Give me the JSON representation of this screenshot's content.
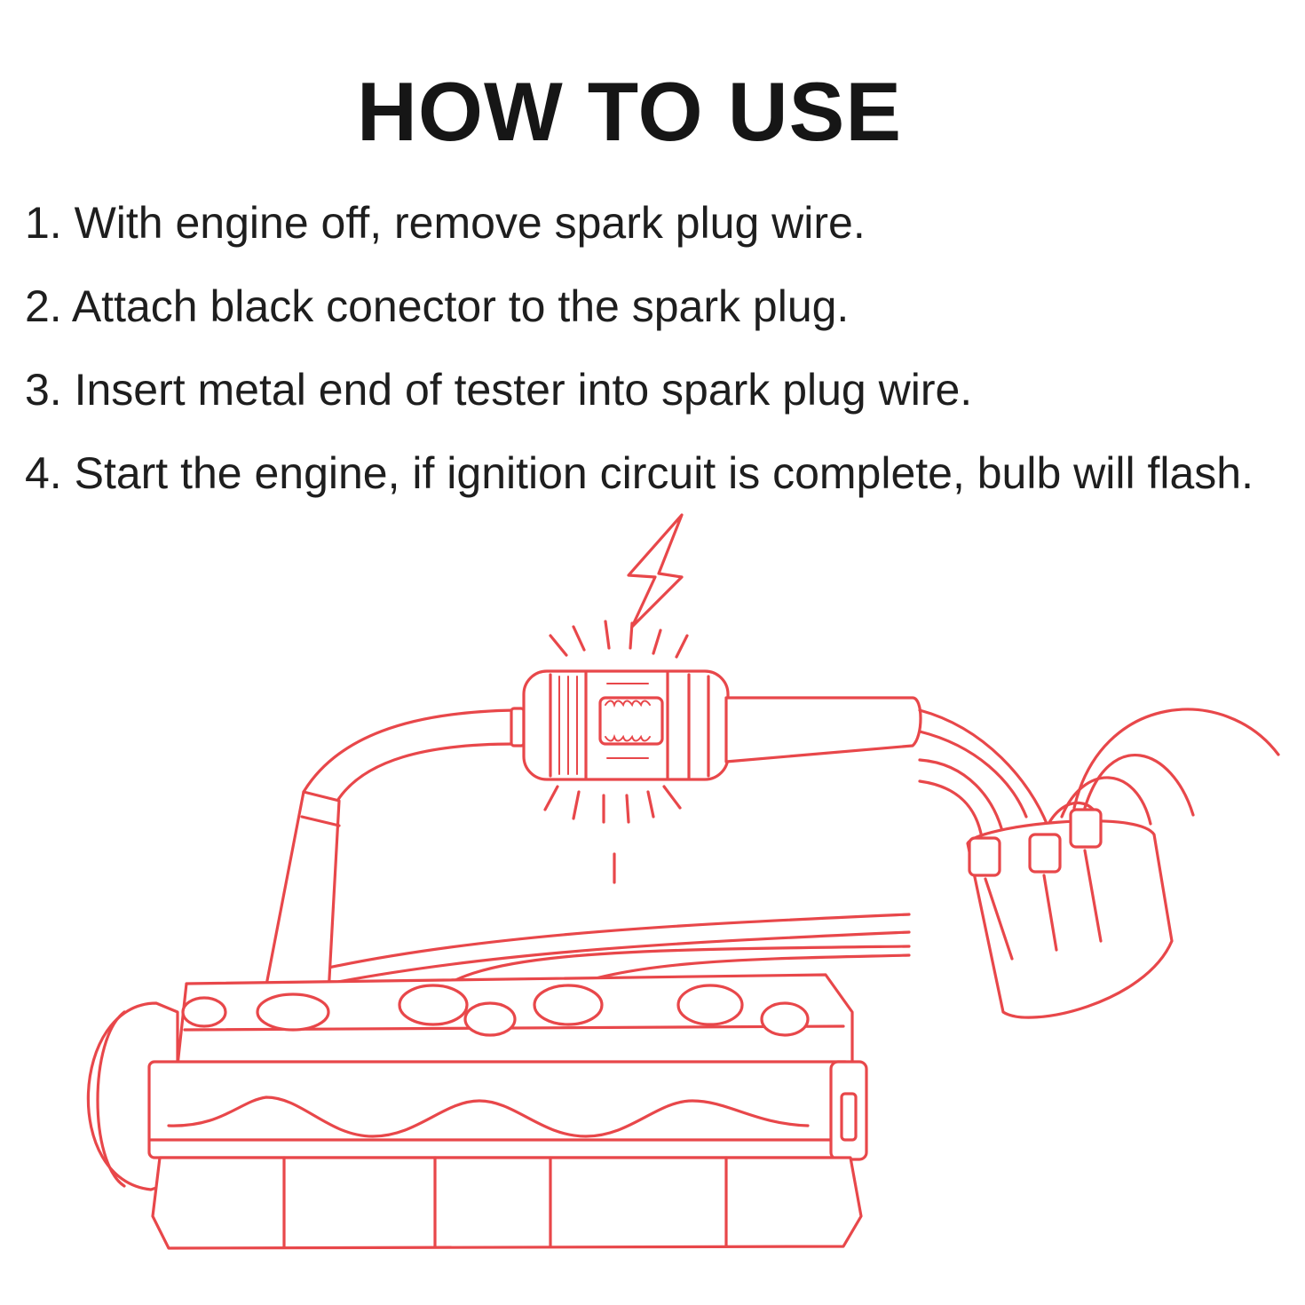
{
  "header": {
    "title": "HOW TO USE"
  },
  "steps": [
    {
      "text": "1. With engine off, remove spark plug wire."
    },
    {
      "text": "2. Attach black conector to the spark plug."
    },
    {
      "text": "3. Insert metal end of tester into spark plug wire."
    },
    {
      "text": "4. Start the engine, if ignition circuit is complete, bulb will flash."
    }
  ],
  "illustration": {
    "line_color": "#e8474a",
    "fill_color": "#ffffff",
    "icons": [
      "engine-block-icon",
      "spark-tester-icon",
      "lightning-bolt-icon",
      "distributor-cap-icon"
    ]
  }
}
